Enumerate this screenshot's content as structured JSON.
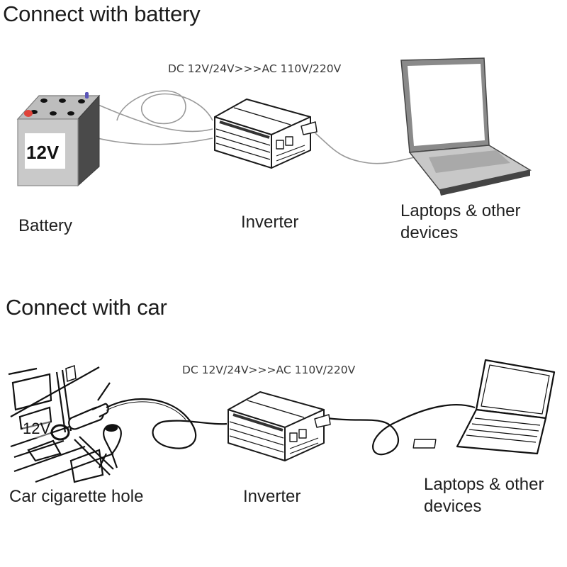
{
  "sections": [
    {
      "title": "Connect with battery",
      "conversion": "DC 12V/24V>>>AC 110V/220V",
      "source": {
        "label": "Battery",
        "badge": "12V"
      },
      "inverter": {
        "label": "Inverter"
      },
      "device": {
        "label_line1": "Laptops & other",
        "label_line2": "devices"
      }
    },
    {
      "title": "Connect with car",
      "conversion": "DC 12V/24V>>>AC 110V/220V",
      "source": {
        "label": "Car cigarette hole",
        "badge": "12V"
      },
      "inverter": {
        "label": "Inverter"
      },
      "device": {
        "label_line1": "Laptops & other",
        "label_line2": "devices"
      }
    }
  ],
  "colors": {
    "battery_positive": "#e0443a",
    "battery_negative": "#5a55b8",
    "line": "#1a1a1a",
    "cable": "#9a9a9a"
  }
}
